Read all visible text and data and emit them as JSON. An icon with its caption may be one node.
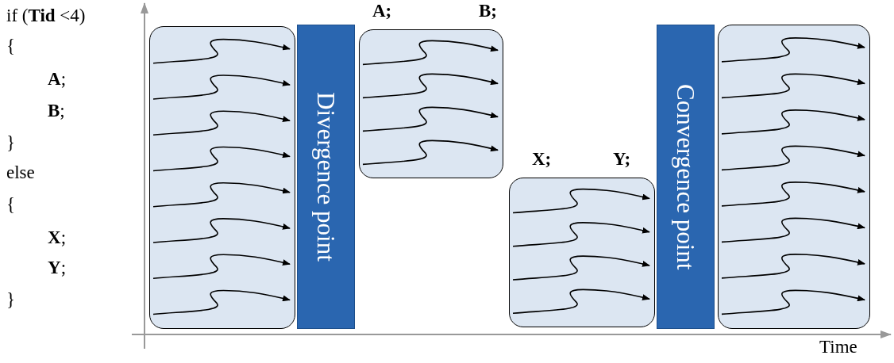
{
  "diagram": {
    "nodes": [
      {
        "text": [],
        "shape": "box"
      },
      {
        "text": [
          "Divergence point"
        ]
      },
      {
        "text": [
          "A;",
          "B;"
        ]
      },
      {
        "text": [
          "X;",
          "Y;"
        ]
      },
      {
        "text": [
          "Convergence point"
        ]
      },
      {
        "text": [],
        "shape": "box"
      }
    ],
    "edges": [],
    "labels": [
      "if (**Tid** <4)",
      "{",
      "**A**;",
      "**B**;",
      "}",
      "else",
      "{",
      "**X**;",
      "**Y**;",
      "}",
      "Time"
    ]
  }
}
